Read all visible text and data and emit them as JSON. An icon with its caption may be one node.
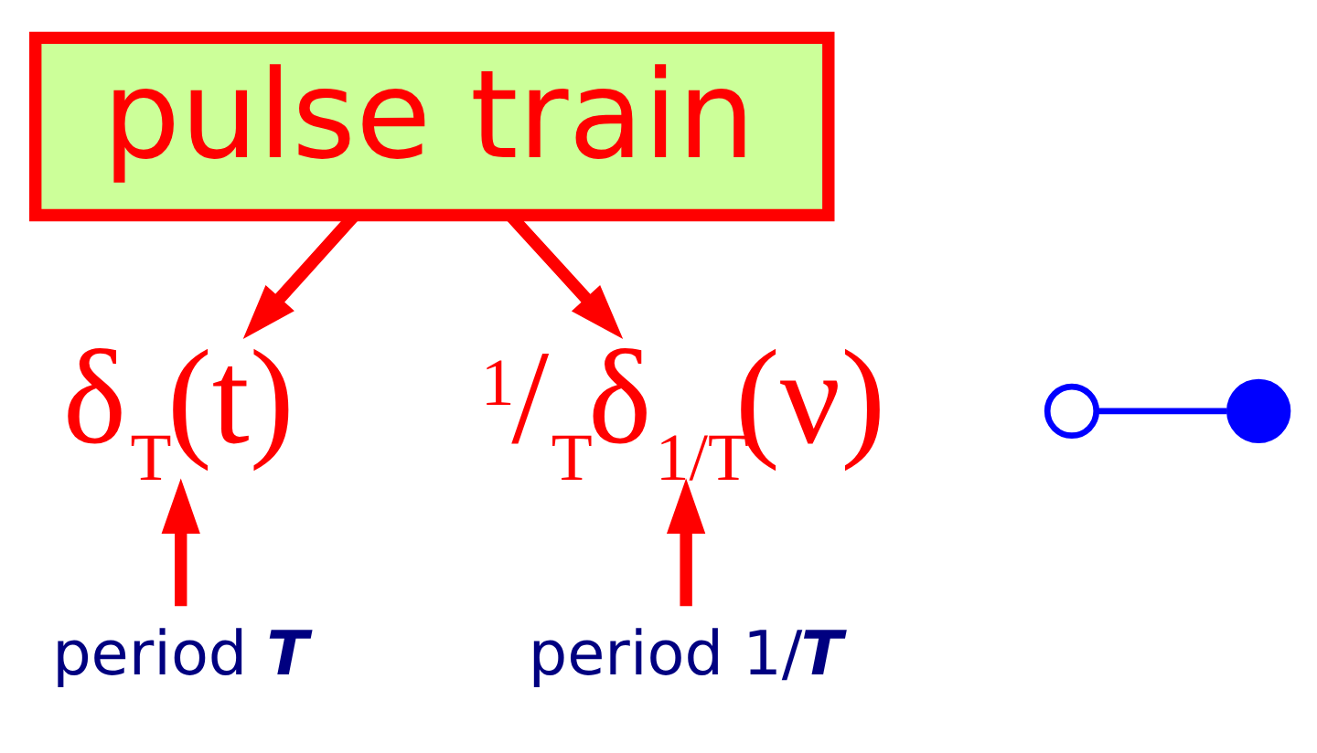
{
  "diagram": {
    "nodes": [
      {
        "text": [
          "pulse train"
        ]
      },
      {
        "text": [
          "δ$_{T}$(t)"
        ]
      },
      {
        "text": [
          "$^{1}$/$_{T}$δ$_{1/T}$(ν)"
        ]
      },
      {
        "text": [],
        "shape": "circle"
      },
      {
        "text": [],
        "shape": "circle"
      },
      {
        "text": [
          "period *T*"
        ]
      },
      {
        "text": [
          "period 1/*T*"
        ]
      }
    ],
    "edges": [
      {
        "from": 0,
        "to": 1,
        "arrow": "to"
      },
      {
        "from": 0,
        "to": 2,
        "arrow": "to"
      },
      {
        "from": 3,
        "to": 4,
        "arrow": "none",
        "color": "#0000ff"
      },
      {
        "from": 5,
        "to": 1,
        "arrow": "to"
      },
      {
        "from": 6,
        "to": 2,
        "arrow": "to"
      }
    ]
  }
}
